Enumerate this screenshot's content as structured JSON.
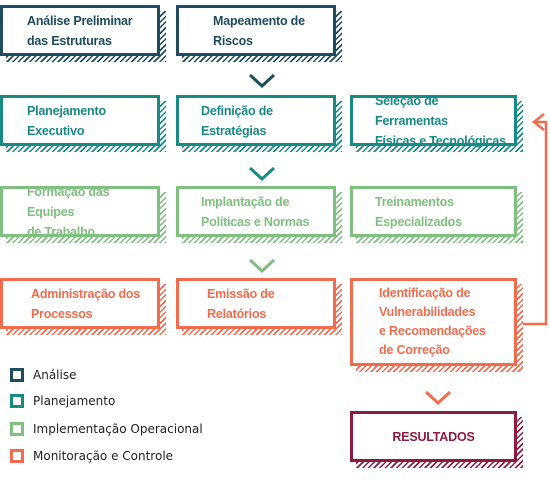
{
  "colors": {
    "analise": "#1f4b5e",
    "planejamento": "#178a84",
    "implementacao": "#7fbf7f",
    "monitoracao": "#f26b4d",
    "resultados": "#8e1c3f"
  },
  "row1": {
    "analise_preliminar": "Análise Preliminar\ndas Estruturas",
    "mapeamento_riscos": "Mapeamento de\nRiscos"
  },
  "row2": {
    "planejamento_executivo": "Planejamento\nExecutivo",
    "definicao_estrategias": "Definição de\nEstratégias",
    "selecao_ferramentas": "Seleção de Ferramentas\nFísicas e Tecnológicas"
  },
  "row3": {
    "formacao_equipes": "Formação das Equipes\nde Trabalho",
    "implantacao_politicas": "Implantação de\nPolíticas e Normas",
    "treinamentos": "Treinamentos\nEspecializados"
  },
  "row4": {
    "administracao_processos": "Administração dos\nProcessos",
    "emissao_relatorios": "Emissão de\nRelatórios",
    "identificacao_vulnerabilidades": "Identificação de\nVulnerabilidades\ne Recomendações\nde Correção"
  },
  "resultados": "RESULTADOS",
  "legend": [
    {
      "label": "Análise",
      "color_key": "analise"
    },
    {
      "label": "Planejamento",
      "color_key": "planejamento"
    },
    {
      "label": "Implementação Operacional",
      "color_key": "implementacao"
    },
    {
      "label": "Monitoração e Controle",
      "color_key": "monitoracao"
    }
  ]
}
